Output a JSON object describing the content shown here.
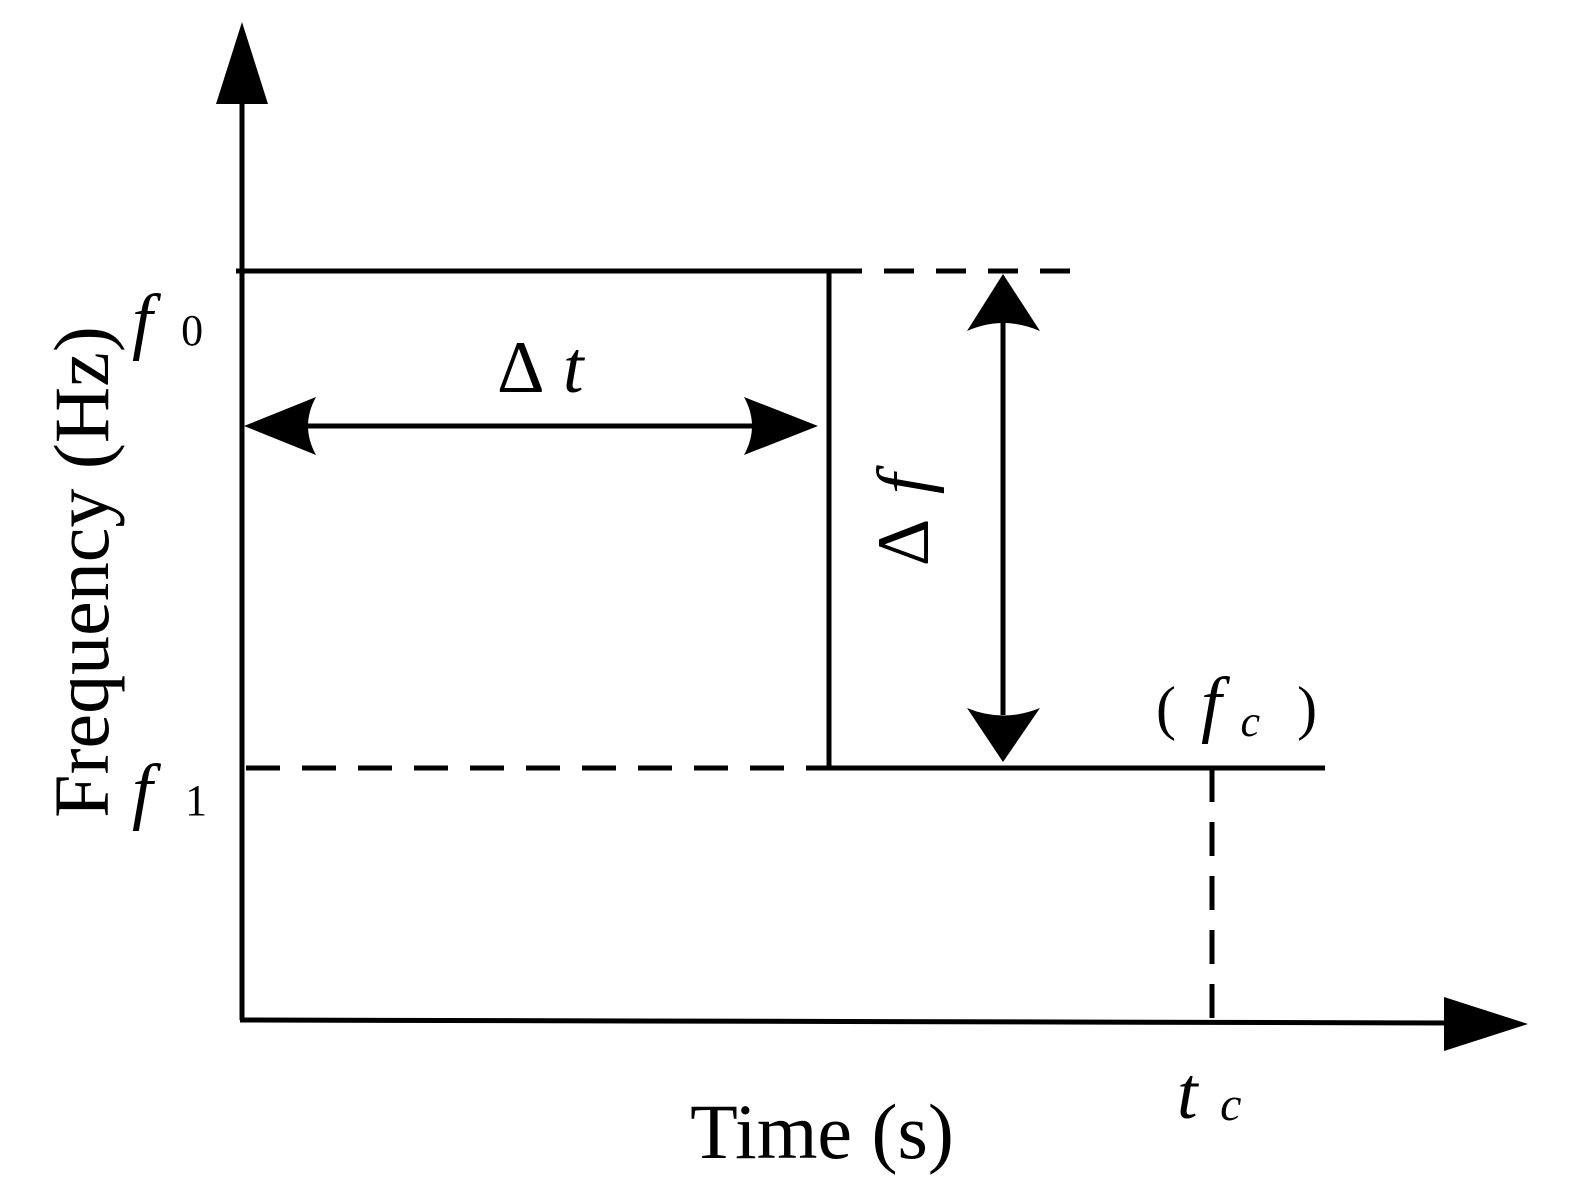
{
  "colors": {
    "ink": "#000000",
    "background": "#ffffff"
  },
  "axes": {
    "x_label": "Time (s)",
    "y_label": "Frequency (Hz)"
  },
  "labels": {
    "f0_base": "f",
    "f0_sub": "0",
    "f1_base": "f",
    "f1_sub": "1",
    "delta_t_symbol": "Δ",
    "delta_t_var": "t",
    "delta_f_symbol": "Δ",
    "delta_f_var": "f",
    "fc_open": "(",
    "fc_base": "f",
    "fc_sub": "c",
    "fc_close": ")",
    "tc_base": "t",
    "tc_sub": "c"
  }
}
